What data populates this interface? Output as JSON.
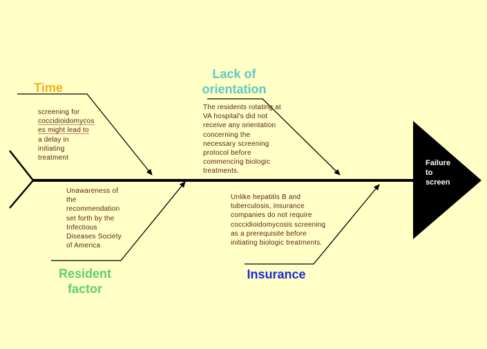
{
  "effect": {
    "label_lines": [
      "Failure",
      "to",
      "screen"
    ]
  },
  "colors": {
    "background": "#ffffc6",
    "time": "#f2b11f",
    "orientation": "#63c8c0",
    "resident": "#5fcf70",
    "insurance": "#1a2bd6",
    "note_text": "#5a1f10"
  },
  "causes": {
    "time": {
      "title": "Time",
      "note_lines": [
        "screening for",
        "coccidioidomycos",
        "es might lead to",
        "a delay in",
        "initiating",
        "treatment"
      ]
    },
    "orientation": {
      "title_lines": [
        "Lack of",
        "orientation"
      ],
      "note_lines": [
        "The residents rotating at",
        "VA hospital's did not",
        "receive any orientation",
        "concerning the",
        "necessary screening",
        "protocol before",
        "commencing biologic",
        "treatments."
      ]
    },
    "resident": {
      "title_lines": [
        "Resident",
        "factor"
      ],
      "note_lines": [
        "Unawareness of",
        "the",
        "recommendation",
        "set forth by the",
        "Infectious",
        "Diseases Society",
        "of America"
      ]
    },
    "insurance": {
      "title": "Insurance",
      "note_lines": [
        "Unlike hepatitis B and",
        "tuberculosis, insurance",
        "companies do not require",
        "coccidioidomycosis screening",
        "as a prerequisite before",
        "initiating biologic treatments."
      ]
    }
  }
}
